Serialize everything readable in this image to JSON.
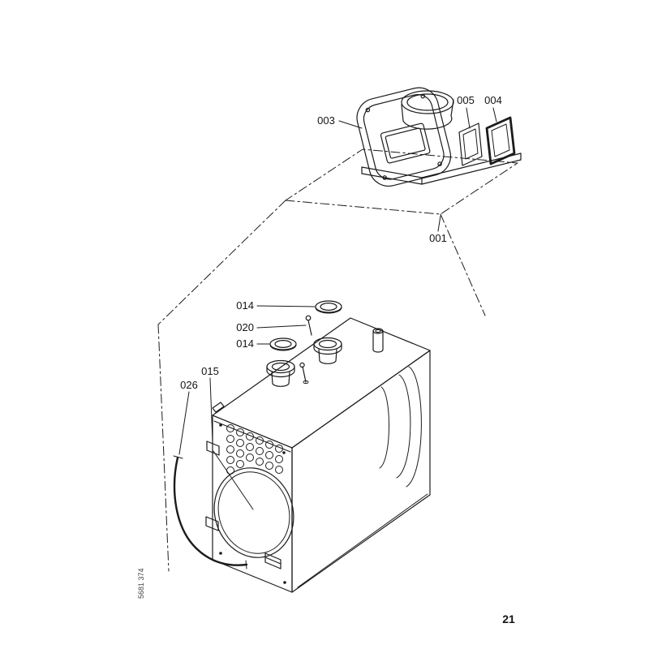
{
  "page": {
    "doc_code": "5681 374",
    "number": "21"
  },
  "colors": {
    "ink": "#1b1b1b",
    "paper": "#ffffff"
  },
  "callouts": {
    "c003": "003",
    "c005": "005",
    "c004": "004",
    "c001": "001",
    "c014_rear": "014",
    "c020": "020",
    "c014_front": "014",
    "c015": "015",
    "c026": "026"
  }
}
